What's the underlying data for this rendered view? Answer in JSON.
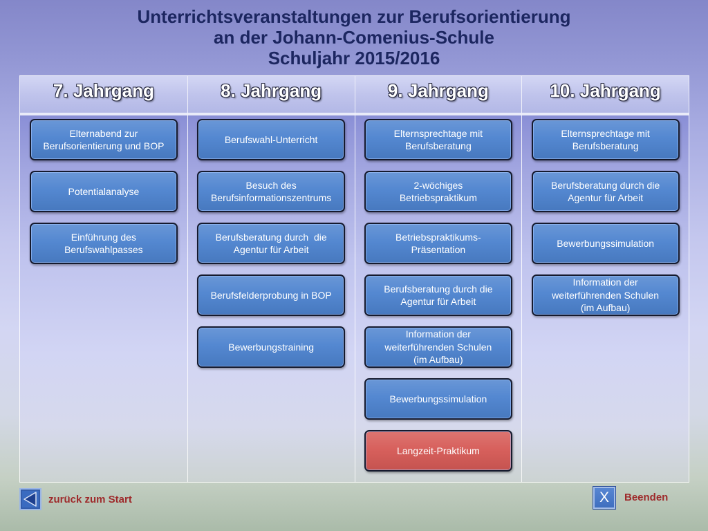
{
  "title": {
    "lines": [
      "Unterrichtsveranstaltungen zur Berufsorientierung",
      "an der Johann-Comenius-Schule",
      "Schuljahr 2015/2016"
    ]
  },
  "columns": [
    {
      "header": "7. Jahrgang",
      "items": [
        {
          "label": "Elternabend zur\nBerufsorientierung und BOP"
        },
        {
          "label": "Potentialanalyse"
        },
        {
          "label": "Einführung des\nBerufswahlpasses"
        }
      ]
    },
    {
      "header": "8. Jahrgang",
      "items": [
        {
          "label": "Berufswahl-Unterricht"
        },
        {
          "label": "Besuch des\nBerufsinformationszentrums"
        },
        {
          "label": "Berufsberatung durch  die\nAgentur für Arbeit"
        },
        {
          "label": "Berufsfelderprobung in BOP"
        },
        {
          "label": "Bewerbungstraining"
        }
      ]
    },
    {
      "header": "9. Jahrgang",
      "items": [
        {
          "label": "Elternsprechtage mit\nBerufsberatung"
        },
        {
          "label": "2-wöchiges\nBetriebspraktikum"
        },
        {
          "label": "Betriebspraktikums-\nPräsentation"
        },
        {
          "label": "Berufsberatung durch die\nAgentur für Arbeit"
        },
        {
          "label": "Information der\nweiterführenden Schulen\n(im Aufbau)"
        },
        {
          "label": "Bewerbungssimulation"
        },
        {
          "label": "Langzeit-Praktikum",
          "color": "#d65a56"
        }
      ]
    },
    {
      "header": "10. Jahrgang",
      "items": [
        {
          "label": "Elternsprechtage mit\nBerufsberatung"
        },
        {
          "label": "Berufsberatung durch die\nAgentur für Arbeit"
        },
        {
          "label": "Bewerbungssimulation"
        },
        {
          "label": "Information der\nweiterführenden Schulen\n(im Aufbau)"
        }
      ]
    }
  ],
  "nav": {
    "back_icon": "back-arrow-icon",
    "back_label": "zurück zum Start",
    "exit_icon": "close-icon",
    "exit_glyph": "X",
    "exit_label": "Beenden"
  },
  "colors": {
    "title": "#1c2660",
    "button": "#4d83cf",
    "button_highlight": "#d65a56",
    "nav_text": "#9e2a2b"
  }
}
